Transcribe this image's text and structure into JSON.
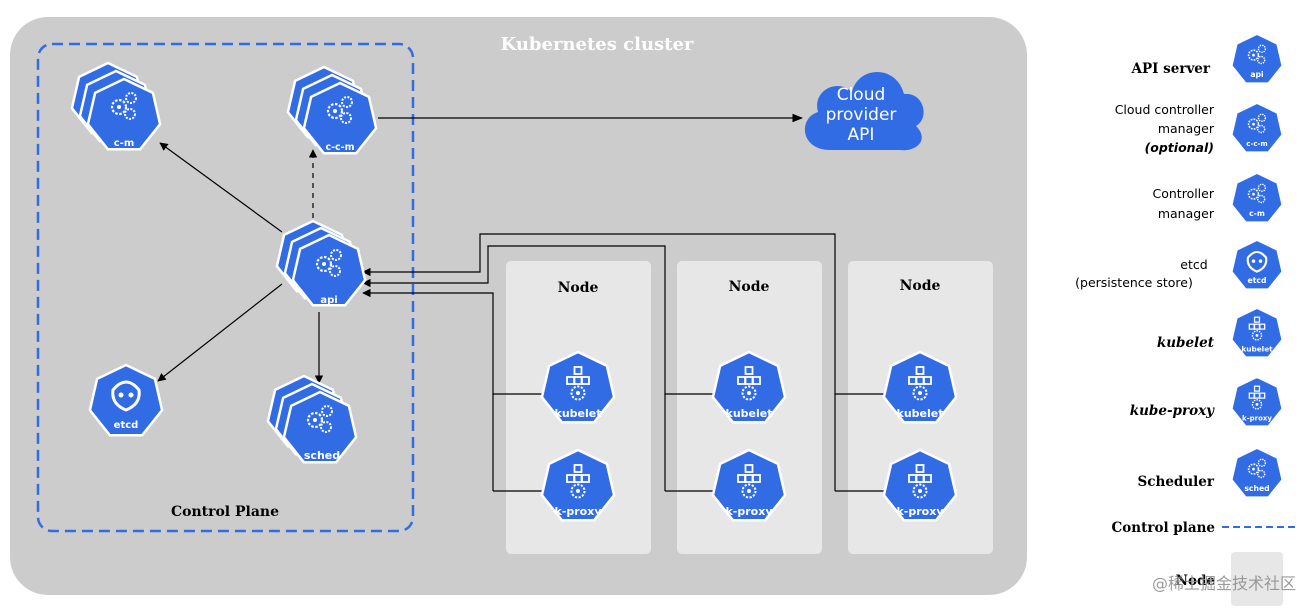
{
  "cluster": {
    "title": "Kubernetes cluster"
  },
  "control_plane": {
    "label": "Control Plane"
  },
  "cloud": {
    "line1": "Cloud",
    "line2": "provider",
    "line3": "API"
  },
  "nodes": [
    {
      "title": "Node"
    },
    {
      "title": "Node"
    },
    {
      "title": "Node"
    }
  ],
  "icons": {
    "cm": "c-m",
    "ccm": "c-c-m",
    "api": "api",
    "etcd": "etcd",
    "sched": "sched",
    "kubelet": "kubelet",
    "kproxy": "k-proxy"
  },
  "legend": {
    "api_server": "API server",
    "ccm_line1": "Cloud controller",
    "ccm_line2": "manager",
    "ccm_line3": "(optional)",
    "cm_line1": "Controller",
    "cm_line2": "manager",
    "etcd_line1": "etcd",
    "etcd_line2": "(persistence store)",
    "kubelet": "kubelet",
    "kube_proxy": "kube-proxy",
    "scheduler": "Scheduler",
    "control_plane": "Control plane",
    "node": "Node"
  },
  "watermark": "@稀土掘金技术社区",
  "colors": {
    "accent": "#326ce5",
    "cluster_bg": "#cccccc",
    "node_bg": "#e7e7e7"
  }
}
